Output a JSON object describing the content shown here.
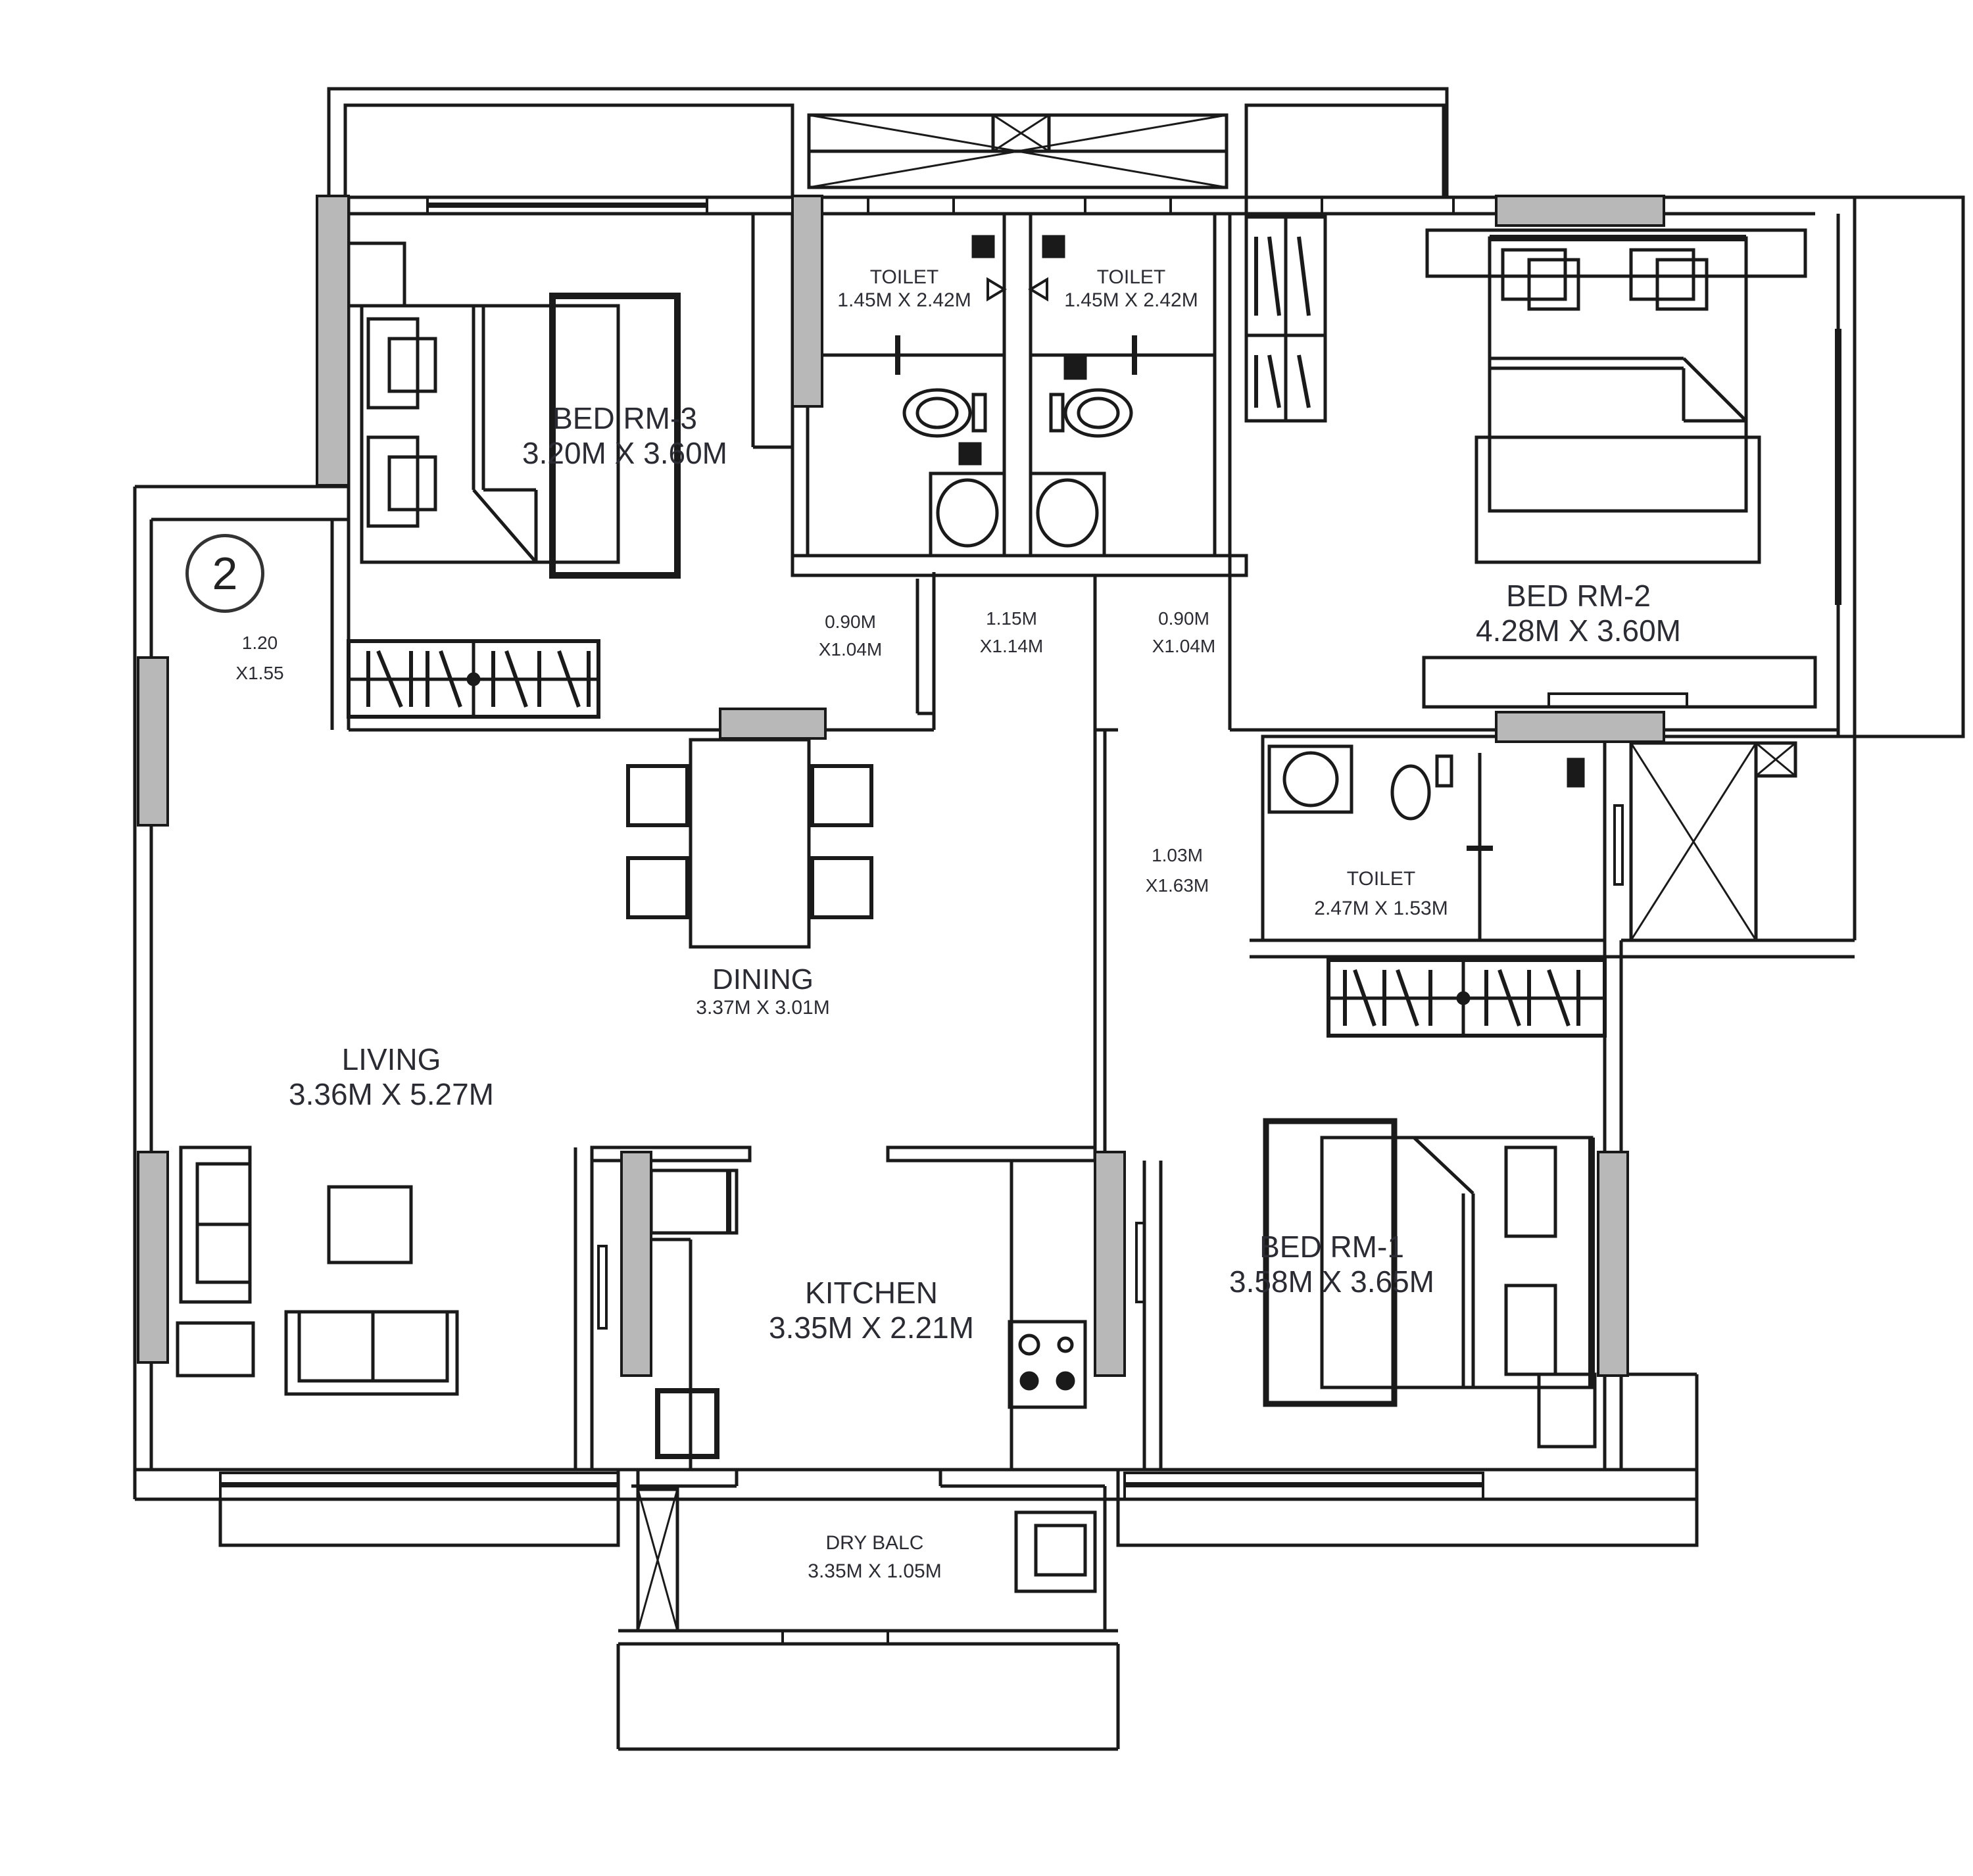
{
  "plan": {
    "unit_marker": "2",
    "colors": {
      "wall": "#1a1a1a",
      "column": "#b8b8b8",
      "background": "#ffffff",
      "label": "#2b2b33"
    },
    "rooms": [
      {
        "id": "bed3",
        "name": "BED RM-3",
        "dims": "3.20M X 3.60M"
      },
      {
        "id": "toilet_a",
        "name": "TOILET",
        "dims": "1.45M X 2.42M"
      },
      {
        "id": "toilet_b",
        "name": "TOILET",
        "dims": "1.45M X 2.42M"
      },
      {
        "id": "bed2",
        "name": "BED RM-2",
        "dims": "4.28M X 3.60M"
      },
      {
        "id": "dining",
        "name": "DINING",
        "dims": "3.37M X 3.01M"
      },
      {
        "id": "living",
        "name": "LIVING",
        "dims": "3.36M X 5.27M"
      },
      {
        "id": "kitchen",
        "name": "KITCHEN",
        "dims": "3.35M X 2.21M"
      },
      {
        "id": "bed1",
        "name": "BED RM-1",
        "dims": "3.58M X 3.65M"
      },
      {
        "id": "toilet_c",
        "name": "TOILET",
        "dims": "2.47M X 1.53M"
      },
      {
        "id": "dry_balc",
        "name": "DRY BALC",
        "dims": "3.35M X 1.05M"
      }
    ],
    "small_areas": [
      {
        "id": "foyer",
        "l1": "1.20",
        "l2": "X1.55"
      },
      {
        "id": "passage_left",
        "l1": "0.90M",
        "l2": "X1.04M"
      },
      {
        "id": "passage_mid",
        "l1": "1.15M",
        "l2": "X1.14M"
      },
      {
        "id": "passage_right",
        "l1": "0.90M",
        "l2": "X1.04M"
      },
      {
        "id": "passage_lower",
        "l1": "1.03M",
        "l2": "X1.63M"
      }
    ]
  }
}
